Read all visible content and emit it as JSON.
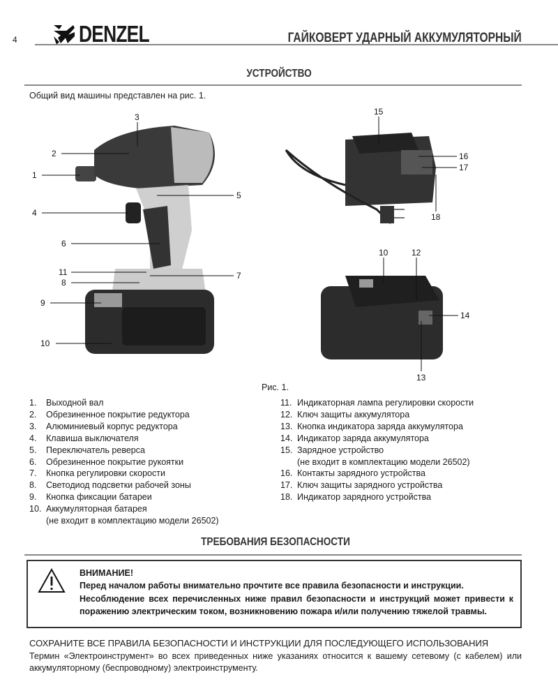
{
  "page_number": "4",
  "brand": "DENZEL",
  "doc_title": "ГАЙКОВЕРТ УДАРНЫЙ АККУМУЛЯТОРНЫЙ",
  "section1_title": "УСТРОЙСТВО",
  "intro": "Общий вид машины представлен на рис. 1.",
  "figure_caption": "Рис. 1.",
  "callouts": {
    "c1": "1",
    "c2": "2",
    "c3": "3",
    "c4": "4",
    "c5": "5",
    "c6": "6",
    "c7": "7",
    "c8": "8",
    "c9": "9",
    "c10": "10",
    "c11": "11",
    "c12": "12",
    "c13": "13",
    "c14": "14",
    "c15": "15",
    "c16": "16",
    "c17": "17",
    "c18": "18"
  },
  "parts_left": [
    {
      "n": "1.",
      "t": "Выходной вал"
    },
    {
      "n": "2.",
      "t": "Обрезиненное покрытие редуктора"
    },
    {
      "n": "3.",
      "t": "Алюминиевый корпус редуктора"
    },
    {
      "n": "4.",
      "t": "Клавиша выключателя"
    },
    {
      "n": "5.",
      "t": "Переключатель реверса"
    },
    {
      "n": "6.",
      "t": "Обрезиненное покрытие рукоятки"
    },
    {
      "n": "7.",
      "t": "Кнопка регулировки скорости"
    },
    {
      "n": "8.",
      "t": "Светодиод подсветки рабочей зоны"
    },
    {
      "n": "9.",
      "t": "Кнопка фиксации батареи"
    },
    {
      "n": "10.",
      "t": "Аккумуляторная батарея"
    },
    {
      "n": "",
      "t": "(не входит в комплектацию модели 26502)"
    }
  ],
  "parts_right": [
    {
      "n": "11.",
      "t": "Индикаторная лампа регулировки скорости"
    },
    {
      "n": "12.",
      "t": "Ключ защиты аккумулятора"
    },
    {
      "n": "13.",
      "t": "Кнопка индикатора заряда аккумулятора"
    },
    {
      "n": "14.",
      "t": "Индикатор заряда аккумулятора"
    },
    {
      "n": "15.",
      "t": "Зарядное устройство"
    },
    {
      "n": "",
      "t": "(не входит в комплектацию модели 26502)"
    },
    {
      "n": "16.",
      "t": "Контакты зарядного устройства"
    },
    {
      "n": "17.",
      "t": "Ключ защиты зарядного устройства"
    },
    {
      "n": "18.",
      "t": "Индикатор зарядного устройства"
    }
  ],
  "section2_title": "ТРЕБОВАНИЯ БЕЗОПАСНОСТИ",
  "warning": {
    "title": "ВНИМАНИЕ!",
    "line1": "Перед началом работы внимательно прочтите все правила безопасности и инструкции.",
    "line2": "Несоблюдение всех перечисленных ниже правил безопасности и инструкций может привести к поражению электрическим током, возникновению пожара и/или получению тяжелой травмы."
  },
  "save_notice": "СОХРАНИТЕ ВСЕ ПРАВИЛА БЕЗОПАСНОСТИ И ИНСТРУКЦИИ ДЛЯ ПОСЛЕДУЮЩЕГО ИСПОЛЬЗОВАНИЯ",
  "term_note": "Термин «Электроинструмент» во всех приведенных ниже указаниях относится к вашему сетевому (с кабелем) или аккумуляторному (беспроводному) электроинструменту."
}
